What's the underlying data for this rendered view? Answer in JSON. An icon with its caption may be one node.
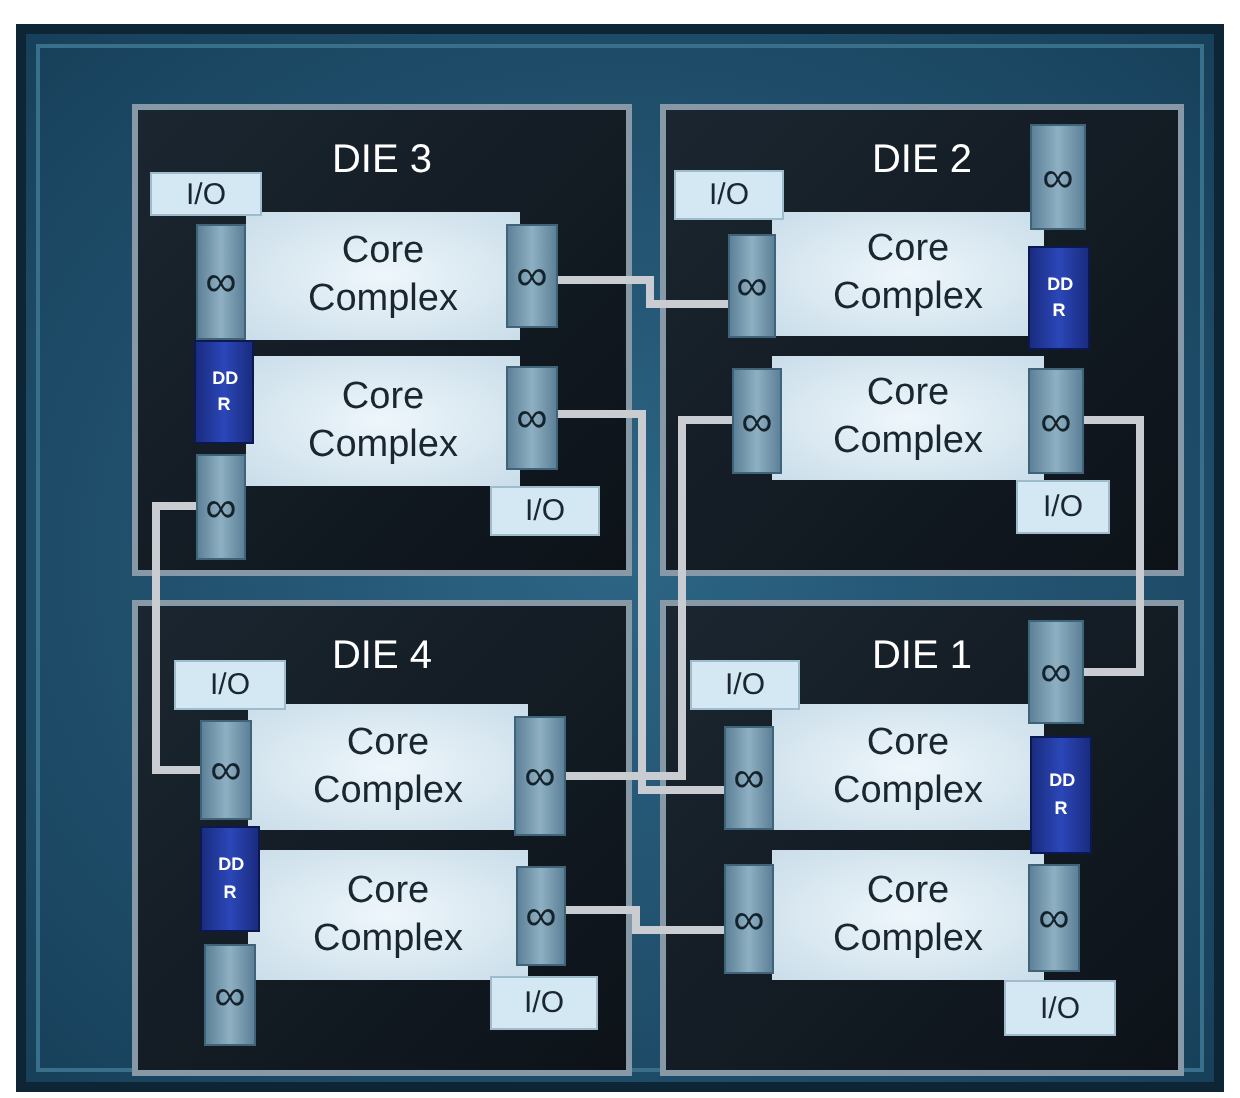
{
  "diagram": {
    "nodes": [
      {
        "text": [],
        "shape": "box"
      },
      {
        "text": [
          "DIE 3"
        ],
        "in": 0
      },
      {
        "text": [
          "I/O"
        ],
        "in": 1
      },
      {
        "text": [
          "∞"
        ],
        "in": 1
      },
      {
        "text": [
          "Core Complex"
        ],
        "in": 1
      },
      {
        "text": [
          "∞"
        ],
        "in": 1
      },
      {
        "text": [
          "DD R"
        ],
        "in": 1
      },
      {
        "text": [
          "Core Complex"
        ],
        "in": 1
      },
      {
        "text": [
          "∞"
        ],
        "in": 1
      },
      {
        "text": [
          "∞"
        ],
        "in": 1
      },
      {
        "text": [
          "I/O"
        ],
        "in": 1
      },
      {
        "text": [
          "DIE 2"
        ],
        "in": 0
      },
      {
        "text": [
          "∞"
        ],
        "in": 11
      },
      {
        "text": [
          "I/O"
        ],
        "in": 11
      },
      {
        "text": [
          "∞"
        ],
        "in": 11
      },
      {
        "text": [
          "Core Complex"
        ],
        "in": 11
      },
      {
        "text": [
          "DD R"
        ],
        "in": 11
      },
      {
        "text": [
          "∞"
        ],
        "in": 11
      },
      {
        "text": [
          "Core Complex"
        ],
        "in": 11
      },
      {
        "text": [
          "∞"
        ],
        "in": 11
      },
      {
        "text": [
          "I/O"
        ],
        "in": 11
      },
      {
        "text": [
          "DIE 4"
        ],
        "in": 0
      },
      {
        "text": [
          "I/O"
        ],
        "in": 21
      },
      {
        "text": [
          "∞"
        ],
        "in": 21
      },
      {
        "text": [
          "Core Complex"
        ],
        "in": 21
      },
      {
        "text": [
          "∞"
        ],
        "in": 21
      },
      {
        "text": [
          "DD R"
        ],
        "in": 21
      },
      {
        "text": [
          "Core Complex"
        ],
        "in": 21
      },
      {
        "text": [
          "∞"
        ],
        "in": 21
      },
      {
        "text": [
          "∞"
        ],
        "in": 21
      },
      {
        "text": [
          "I/O"
        ],
        "in": 21
      },
      {
        "text": [
          "DIE 1"
        ],
        "in": 0
      },
      {
        "text": [
          "∞"
        ],
        "in": 31
      },
      {
        "text": [
          "I/O"
        ],
        "in": 31
      },
      {
        "text": [
          "∞"
        ],
        "in": 31
      },
      {
        "text": [
          "Core Complex"
        ],
        "in": 31
      },
      {
        "text": [
          "DD R"
        ],
        "in": 31
      },
      {
        "text": [
          "∞"
        ],
        "in": 31
      },
      {
        "text": [
          "Core Complex"
        ],
        "in": 31
      },
      {
        "text": [
          "∞"
        ],
        "in": 31
      },
      {
        "text": [
          "I/O"
        ],
        "in": 31
      }
    ],
    "edges": [
      {
        "from": 5,
        "to": 14,
        "arrow": "none"
      },
      {
        "from": 8,
        "to": 34,
        "arrow": "none"
      },
      {
        "from": 17,
        "to": 25,
        "arrow": "none"
      },
      {
        "from": 9,
        "to": 23,
        "arrow": "none"
      },
      {
        "from": 19,
        "to": 32,
        "arrow": "none"
      },
      {
        "from": 28,
        "to": 37,
        "arrow": "none"
      }
    ]
  }
}
